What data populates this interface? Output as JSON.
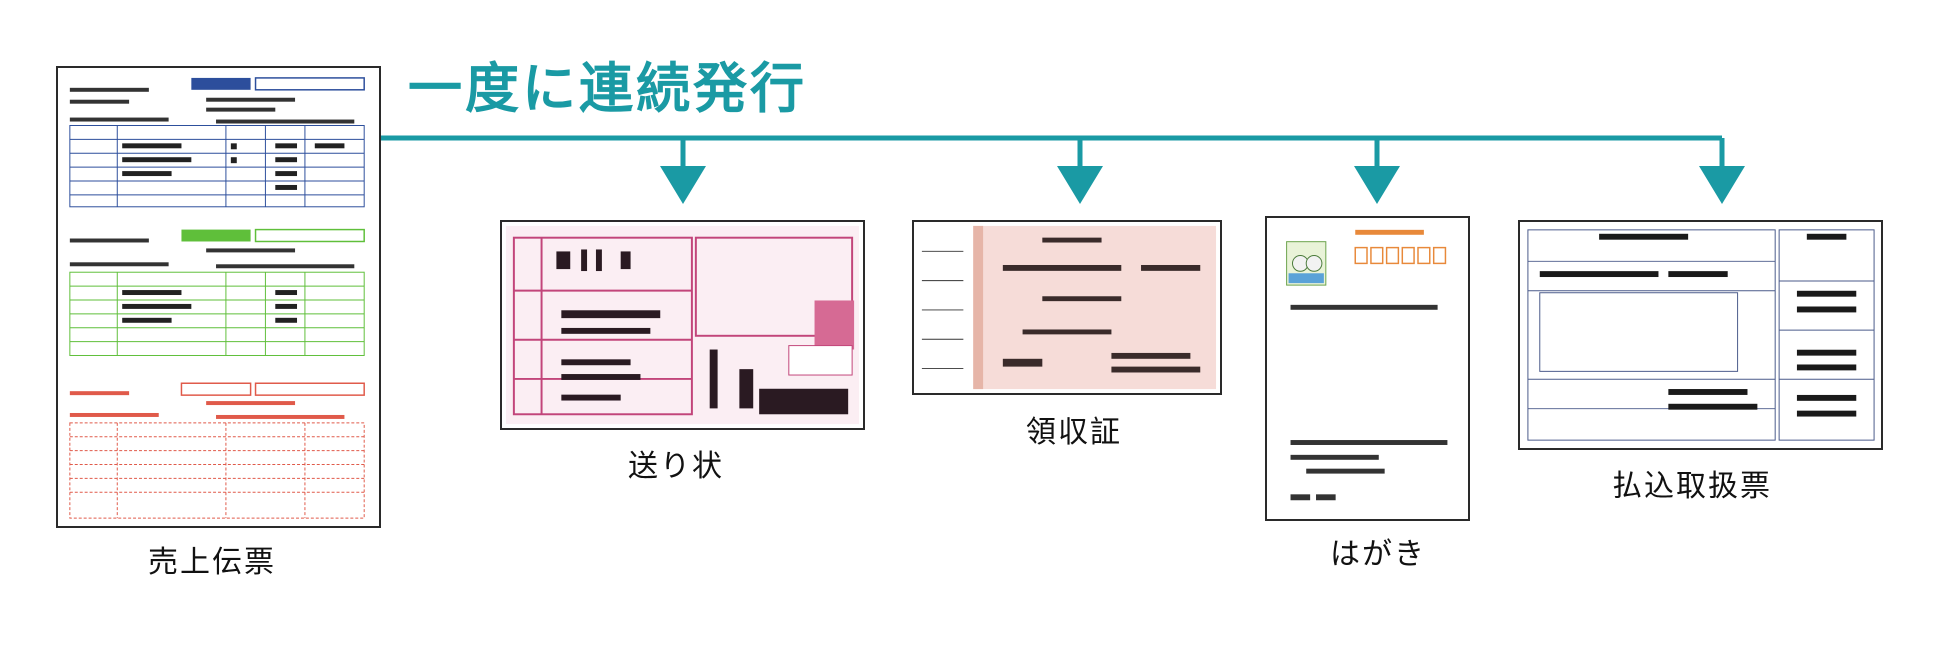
{
  "heading": "一度に連続発行",
  "colors": {
    "accent": "#1a9aa4",
    "sales_blue": "#2c4e9c",
    "sales_green": "#5fbf3a",
    "sales_red": "#e05a4a",
    "waybill_pink": "#c2457a",
    "receipt_tint": "#f6dcd8",
    "postcard_orange": "#e8893a"
  },
  "source": {
    "label": "売上伝票",
    "icon": "multi-part-sales-slip"
  },
  "outputs": [
    {
      "label": "送り状",
      "icon": "shipping-waybill"
    },
    {
      "label": "領収証",
      "icon": "receipt-slip"
    },
    {
      "label": "はがき",
      "icon": "postcard"
    },
    {
      "label": "払込取扱票",
      "icon": "payment-slip"
    }
  ]
}
